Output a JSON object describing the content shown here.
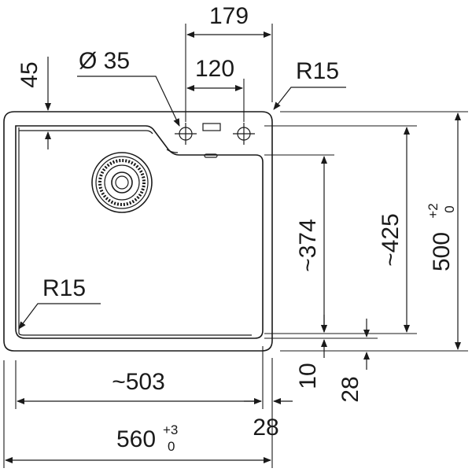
{
  "dimensions": {
    "top_spacing": "179",
    "tap_hole_diameter": "Ø 35",
    "tap_hole_spacing": "120",
    "offset_top": "45",
    "outer_radius": "R15",
    "inner_radius": "R15",
    "bowl_depth_short": "~374",
    "bowl_depth_long": "~425",
    "overall_depth": "500",
    "overall_depth_tol_plus": "+2",
    "overall_depth_tol_minus": "0",
    "bowl_width": "~503",
    "rim_bottom": "10",
    "rim_side_right": "28",
    "rim_side_bottom": "28",
    "overall_width": "560",
    "overall_width_tol_plus": "+3",
    "overall_width_tol_minus": "0"
  }
}
